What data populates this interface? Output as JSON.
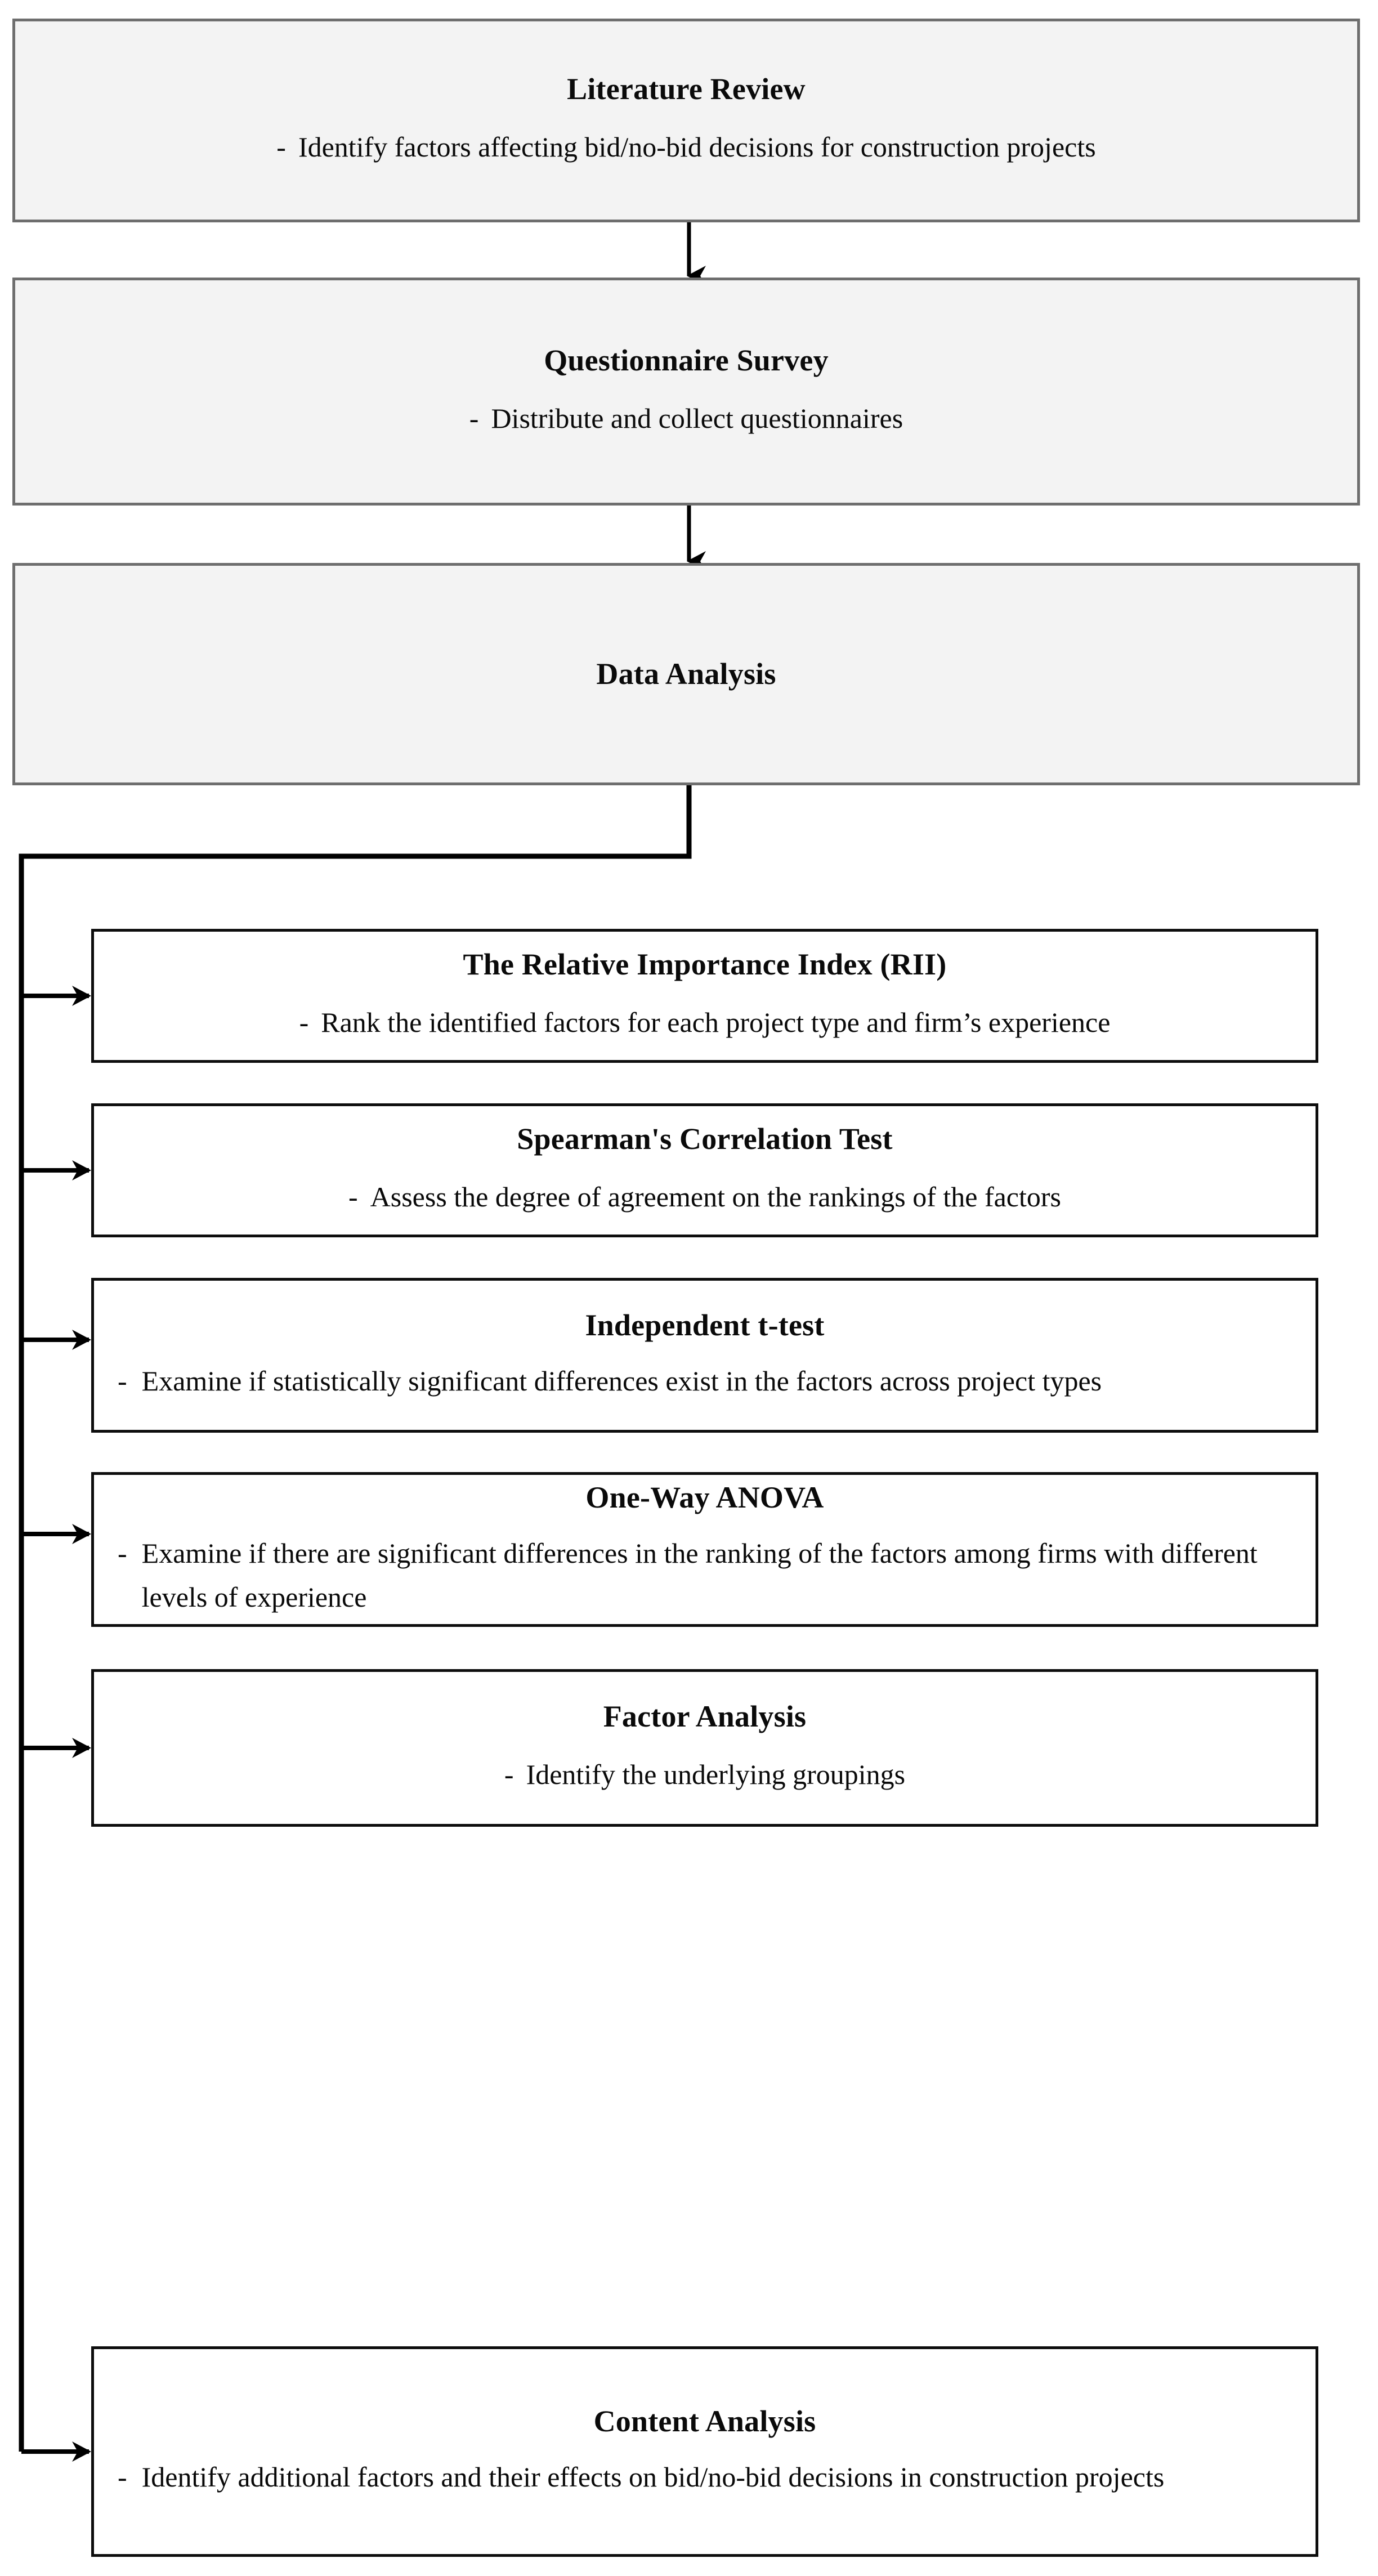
{
  "diagram": {
    "title": "Research methodology flowchart",
    "colors": {
      "stage_fill": "#f3f3f3",
      "stage_border": "#6e6e6e",
      "method_fill": "#ffffff",
      "method_border": "#0d0d0d",
      "text": "#0a0a0a",
      "connector": "#000000"
    },
    "bullet_dash": "-"
  },
  "stages": [
    {
      "id": "literature-review",
      "title": "Literature Review",
      "desc": "Identify factors affecting bid/no-bid decisions for construction projects"
    },
    {
      "id": "questionnaire-survey",
      "title": "Questionnaire Survey",
      "desc": "Distribute and collect questionnaires"
    },
    {
      "id": "data-analysis",
      "title": "Data Analysis",
      "desc": ""
    }
  ],
  "methods": [
    {
      "id": "rii",
      "title": "The Relative Importance Index (RII)",
      "desc": "Rank the identified factors for each project type and firm’s experience"
    },
    {
      "id": "spearman",
      "title": "Spearman's Correlation Test",
      "desc": "Assess the degree of agreement on the rankings of the factors"
    },
    {
      "id": "independent-t-test",
      "title": "Independent t-test",
      "desc": "Examine if statistically significant differences exist in the factors across project types"
    },
    {
      "id": "one-way-anova",
      "title": "One-Way ANOVA",
      "desc": "Examine if there are significant differences in the ranking of the factors among firms with different levels of experience"
    },
    {
      "id": "factor-analysis",
      "title": "Factor Analysis",
      "desc": "Identify the underlying groupings"
    },
    {
      "id": "content-analysis",
      "title": "Content Analysis",
      "desc": "Identify additional factors and their effects on bid/no-bid decisions in construction projects"
    }
  ]
}
